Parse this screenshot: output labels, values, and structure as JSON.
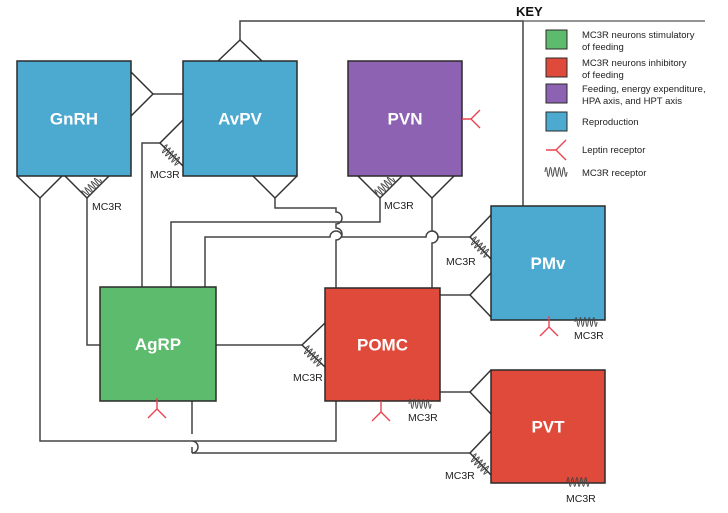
{
  "diagram": {
    "nodes": [
      {
        "id": "gnrh",
        "label": "GnRH",
        "category": "reproduction"
      },
      {
        "id": "avpv",
        "label": "AvPV",
        "category": "reproduction"
      },
      {
        "id": "pvn",
        "label": "PVN",
        "category": "feeding_energy_hpa_hpt"
      },
      {
        "id": "pmv",
        "label": "PMv",
        "category": "reproduction"
      },
      {
        "id": "agrp",
        "label": "AgRP",
        "category": "stimulatory"
      },
      {
        "id": "pomc",
        "label": "POMC",
        "category": "inhibitory"
      },
      {
        "id": "pvt",
        "label": "PVT",
        "category": "inhibitory"
      }
    ],
    "receptor_label": "MC3R",
    "colors": {
      "stimulatory": "#5cbb6c",
      "inhibitory": "#e04a3b",
      "feeding_energy_hpa_hpt": "#8e62b3",
      "reproduction": "#4ca9d0",
      "leptin": "#e8434f",
      "wire": "#444444"
    }
  },
  "key": {
    "title": "KEY",
    "items": [
      {
        "type": "swatch",
        "category": "stimulatory",
        "lines": [
          "MC3R neurons stimulatory",
          "of feeding"
        ]
      },
      {
        "type": "swatch",
        "category": "inhibitory",
        "lines": [
          "MC3R neurons inhibitory",
          "of feeding"
        ]
      },
      {
        "type": "swatch",
        "category": "feeding_energy_hpa_hpt",
        "lines": [
          "Feeding, energy expenditure,",
          "HPA axis, and HPT axis"
        ]
      },
      {
        "type": "swatch",
        "category": "reproduction",
        "lines": [
          "Reproduction"
        ]
      },
      {
        "type": "leptin",
        "lines": [
          "Leptin receptor"
        ]
      },
      {
        "type": "mc3r",
        "lines": [
          "MC3R receptor"
        ]
      }
    ]
  }
}
